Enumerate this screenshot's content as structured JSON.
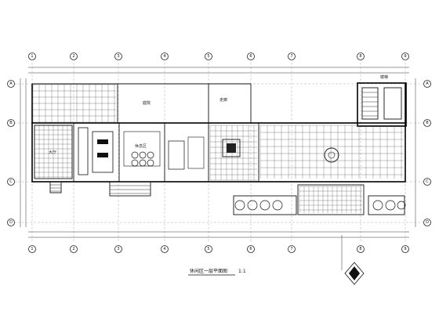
{
  "drawing": {
    "title": "休闲区一层平面图",
    "scale": "1:1",
    "north_label": ""
  },
  "grid_axes": {
    "vertical": [
      "1",
      "2",
      "3",
      "4",
      "5",
      "6",
      "7",
      "8",
      "9"
    ],
    "horizontal": [
      "A",
      "B",
      "C",
      "D"
    ]
  },
  "rooms": {
    "left_hall": "大厅",
    "center_upper": "庭院",
    "center_upper_right": "走廊",
    "right_stair": "楼梯",
    "lobby": "休息区"
  },
  "colors": {
    "line": "#000000",
    "paper": "#ffffff"
  }
}
